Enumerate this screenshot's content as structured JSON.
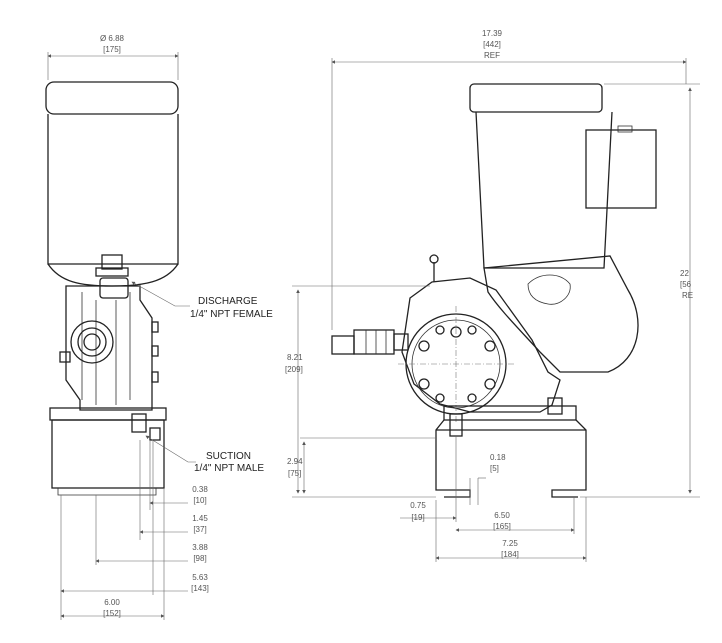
{
  "callouts": {
    "discharge_line1": "DISCHARGE",
    "discharge_line2": "1/4\" NPT FEMALE",
    "suction_line1": "SUCTION",
    "suction_line2": "1/4\" NPT MALE"
  },
  "dimensions": {
    "diameter": {
      "in": "Ø 6.88",
      "mm": "[175]"
    },
    "overall_length": {
      "in": "17.39",
      "mm": "[442]",
      "note": "REF"
    },
    "overall_height": {
      "in": "22",
      "mm": "[56",
      "note": "RE"
    },
    "shaft_height": {
      "in": "8.21",
      "mm": "[209]"
    },
    "base_height": {
      "in": "2.94",
      "mm": "[75]"
    },
    "slot_width": {
      "in": "0.18",
      "mm": "[5]"
    },
    "front_038": {
      "in": "0.38",
      "mm": "[10]"
    },
    "front_145": {
      "in": "1.45",
      "mm": "[37]"
    },
    "front_388": {
      "in": "3.88",
      "mm": "[98]"
    },
    "front_563": {
      "in": "5.63",
      "mm": "[143]"
    },
    "front_600": {
      "in": "6.00",
      "mm": "[152]"
    },
    "side_075": {
      "in": "0.75",
      "mm": "[19]"
    },
    "side_650": {
      "in": "6.50",
      "mm": "[165]"
    },
    "side_725": {
      "in": "7.25",
      "mm": "[184]"
    }
  }
}
